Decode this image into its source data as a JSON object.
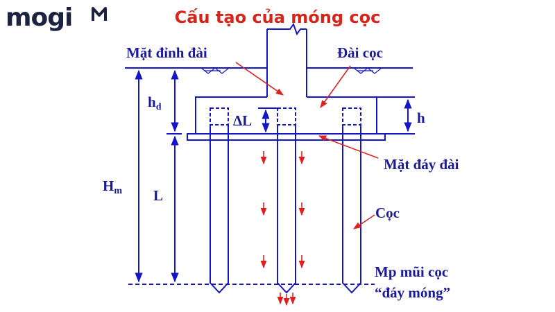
{
  "brand": {
    "logo_text": "mogi"
  },
  "title": "Cấu tạo của móng cọc",
  "labels": {
    "mat_dinh_dai": "Mặt đỉnh đài",
    "dai_coc": "Đài cọc",
    "hd_main": "h",
    "hd_sub": "d",
    "delta_l": "ΔL",
    "h": "h",
    "mat_day_dai": "Mặt đáy đài",
    "hm_main": "H",
    "hm_sub": "m",
    "l": "L",
    "coc": "Cọc",
    "mp_mui_coc": "Mp mũi cọc",
    "day_mong": "“đáy móng”"
  },
  "colors": {
    "line": "#1414c8",
    "annotation_arrow": "#e02020",
    "title": "#d9241b",
    "label": "#1a1a9a",
    "logo": "#1c2340"
  }
}
